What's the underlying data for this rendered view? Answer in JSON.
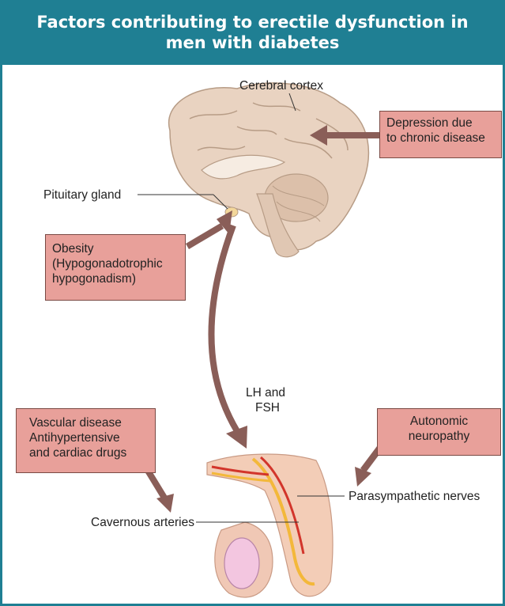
{
  "title": "Factors contributing to erectile dysfunction in men with diabetes",
  "labels": {
    "cerebral_cortex": "Cerebral cortex",
    "pituitary_gland": "Pituitary gland",
    "lh_fsh_line1": "LH and",
    "lh_fsh_line2": "FSH",
    "parasympathetic_nerves": "Parasympathetic nerves",
    "cavernous_arteries": "Cavernous arteries"
  },
  "factors": {
    "depression": [
      "Depression due",
      "to chronic disease"
    ],
    "obesity": [
      "Obesity",
      "(Hypogonadotrophic",
      "hypogonadism)"
    ],
    "vascular": [
      "Vascular disease",
      "Antihypertensive",
      "and cardiac drugs"
    ],
    "autonomic": [
      "Autonomic",
      "neuropathy"
    ]
  },
  "colors": {
    "header": "#1f7f93",
    "box_fill": "#e8a09a",
    "arrow": "#8a5e58",
    "brain": "#e9d3c1"
  }
}
